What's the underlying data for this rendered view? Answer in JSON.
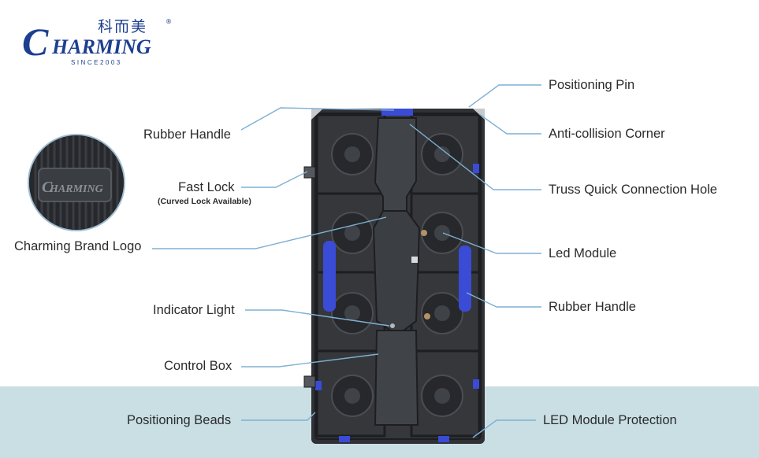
{
  "brand": {
    "name": "HARMING",
    "initial": "C",
    "chinese": "科而美",
    "registered": "®",
    "since": "SINCE2003",
    "color": "#1c3f8f"
  },
  "inset_logo_text": "HARMING",
  "labels": {
    "positioning_pin": "Positioning Pin",
    "rubber_handle_top": "Rubber Handle",
    "anti_collision_corner": "Anti-collision Corner",
    "fast_lock": "Fast Lock",
    "fast_lock_note": "(Curved Lock Available)",
    "truss_hole": "Truss Quick Connection Hole",
    "brand_logo": "Charming Brand Logo",
    "led_module": "Led Module",
    "rubber_handle_side": "Rubber Handle",
    "indicator_light": "Indicator Light",
    "control_box": "Control Box",
    "positioning_beads": "Positioning Beads",
    "led_module_protection": "LED Module Protection"
  },
  "colors": {
    "leader": "#7fb0d3",
    "panel": "#2f3135",
    "panel_dark": "#1d1e21",
    "accent_blue": "#3a4bd6",
    "band": "#c9dfe4"
  }
}
